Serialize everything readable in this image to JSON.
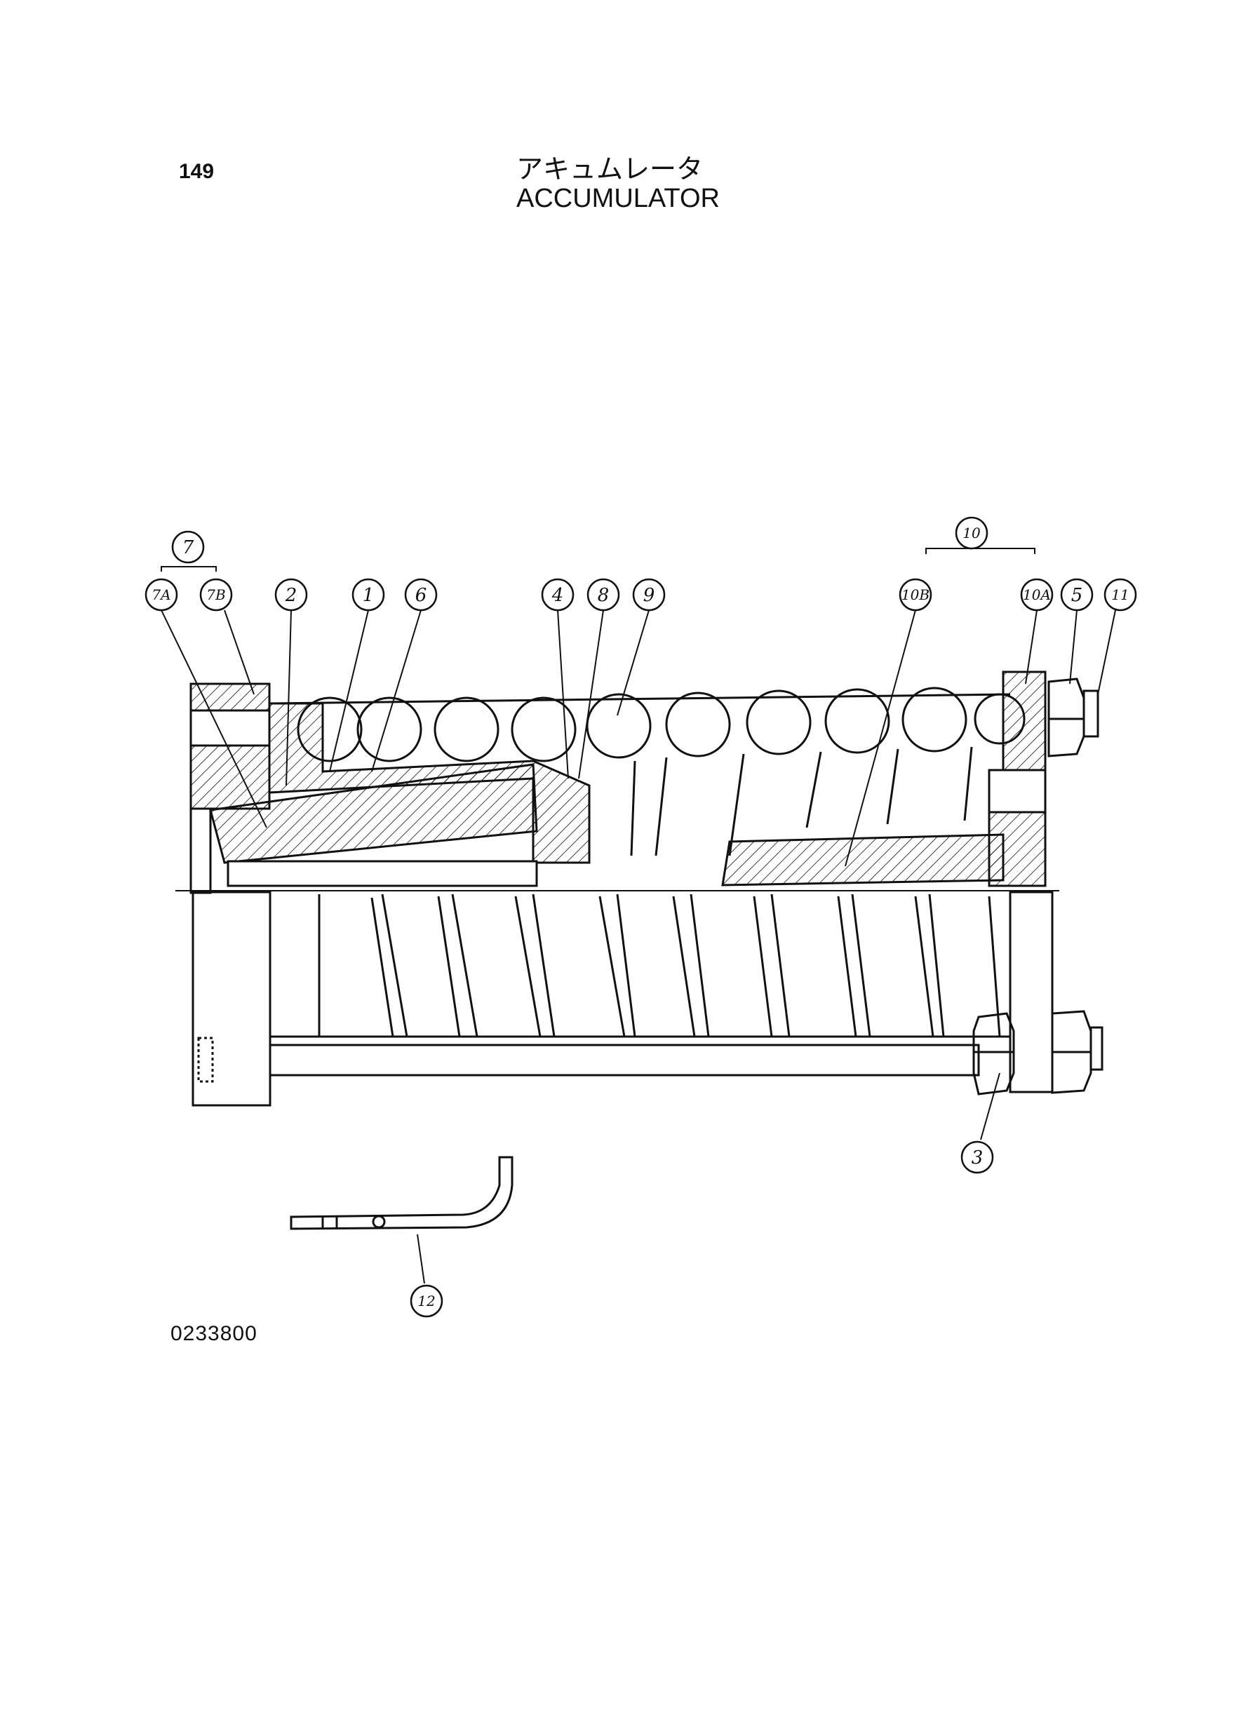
{
  "page_number": "149",
  "title_jp": "アキュムレータ",
  "title_en": "ACCUMULATOR",
  "drawing_code": "0233800",
  "callouts": {
    "c1": "1",
    "c2": "2",
    "c3": "3",
    "c4": "4",
    "c5": "5",
    "c6": "6",
    "c7": "7",
    "c7a": "7A",
    "c7b": "7B",
    "c8": "8",
    "c9": "9",
    "c10": "10",
    "c10a": "10A",
    "c10b": "10B",
    "c11": "11",
    "c12": "12"
  },
  "colors": {
    "ink": "#111111",
    "paper": "#ffffff"
  }
}
